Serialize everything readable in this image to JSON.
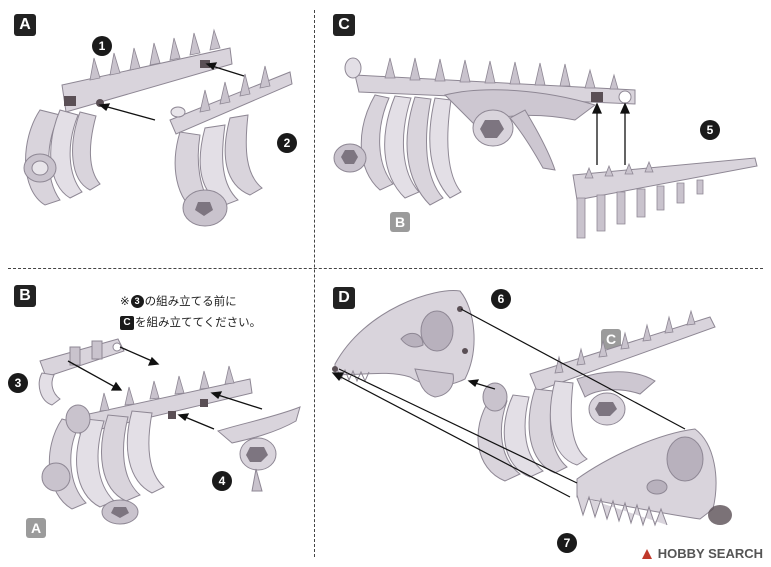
{
  "steps": {
    "a": "A",
    "b": "B",
    "c": "C",
    "d": "D"
  },
  "refs": {
    "c_ref_b": "B",
    "b_ref_a": "A",
    "d_ref_c": "C"
  },
  "parts": {
    "p1": "1",
    "p2": "2",
    "p3": "3",
    "p4": "4",
    "p5": "5",
    "p6": "6",
    "p7": "7"
  },
  "note": {
    "prefix": "※",
    "part_num": "3",
    "line1_text": "の組み立てる前に",
    "step_ref": "C",
    "line2_text": "を組み立ててください。"
  },
  "watermark": {
    "text": "HOBBY SEARCH"
  },
  "colors": {
    "part_fill": "#d9d4dc",
    "part_shade": "#b8b1bd",
    "part_dark": "#8e8794",
    "label_dark": "#222222",
    "label_ref": "#9b9b9b"
  }
}
